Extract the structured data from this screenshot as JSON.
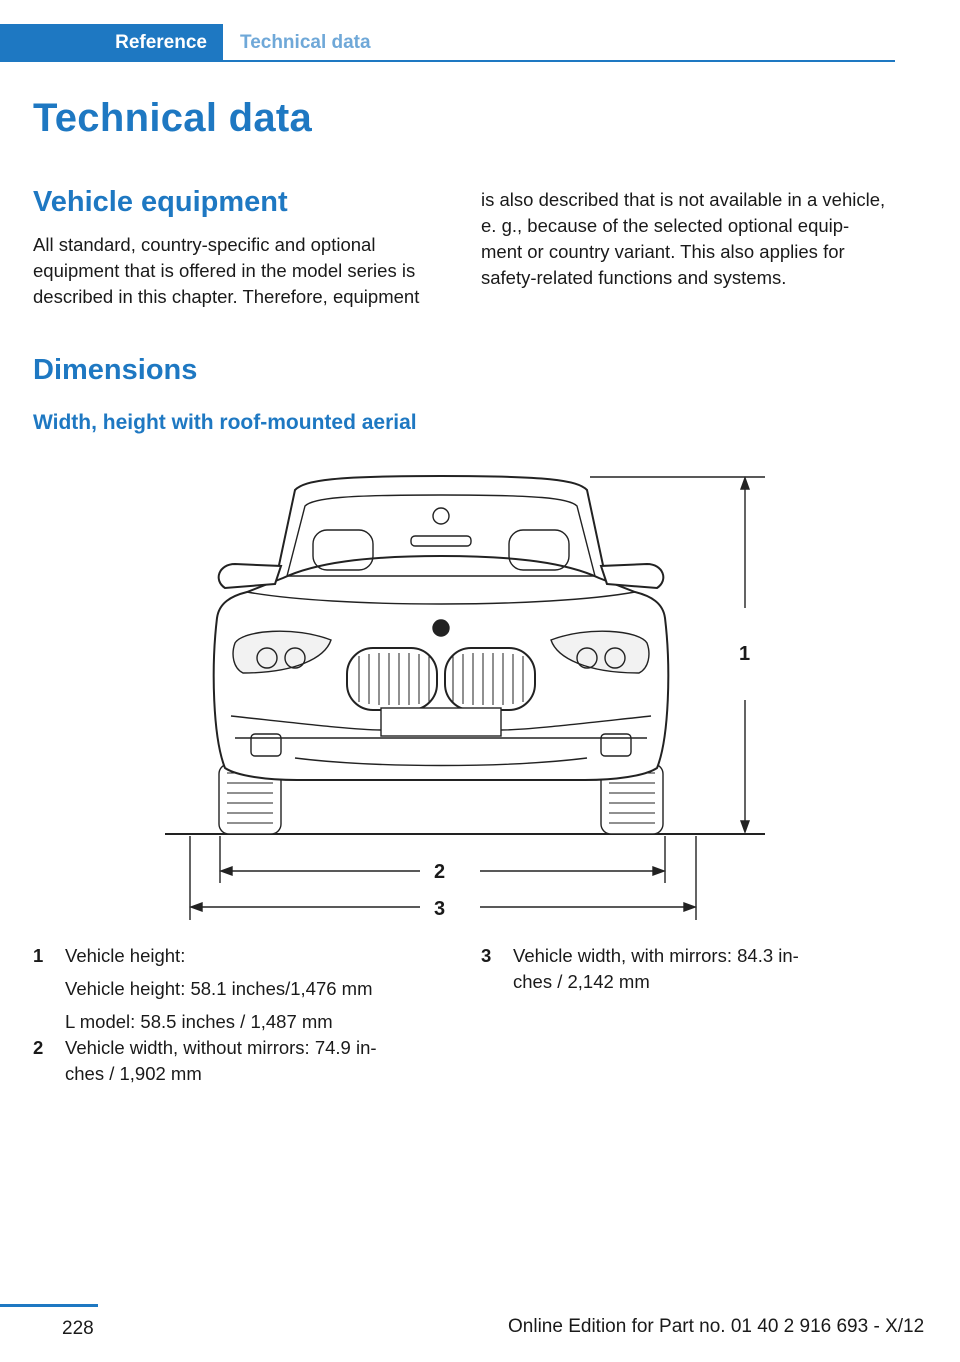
{
  "header": {
    "active_tab": "Reference",
    "inactive_tab": "Technical data"
  },
  "page_title": "Technical data",
  "vehicle_equipment": {
    "heading": "Vehicle equipment",
    "col1_lines": [
      "All standard, country-specific and optional",
      "equipment that is offered in the model series is",
      "described in this chapter. Therefore, equipment"
    ],
    "col2_lines": [
      "is also described that is not available in a vehicle,",
      "e. g., because of the selected optional equip-",
      "ment or country variant. This also applies for",
      "safety-related functions and systems."
    ]
  },
  "dimensions": {
    "heading": "Dimensions",
    "subheading": "Width, height with roof-mounted aerial",
    "callouts": [
      "1",
      "2",
      "3"
    ],
    "legend": [
      {
        "num": "1",
        "lines": [
          "Vehicle height:",
          "Vehicle height: 58.1 inches/1,476 mm",
          "L model: 58.5 inches / 1,487 mm"
        ]
      },
      {
        "num": "2",
        "lines": [
          "Vehicle width, without mirrors: 74.9 in-",
          "ches / 1,902 mm"
        ]
      },
      {
        "num": "3",
        "lines": [
          "Vehicle width, with mirrors: 84.3 in-",
          "ches / 2,142 mm"
        ]
      }
    ]
  },
  "footer": {
    "page_number": "228",
    "edition": "Online Edition for Part no. 01 40 2 916 693 - X/12"
  },
  "colors": {
    "accent": "#1e78c2"
  }
}
